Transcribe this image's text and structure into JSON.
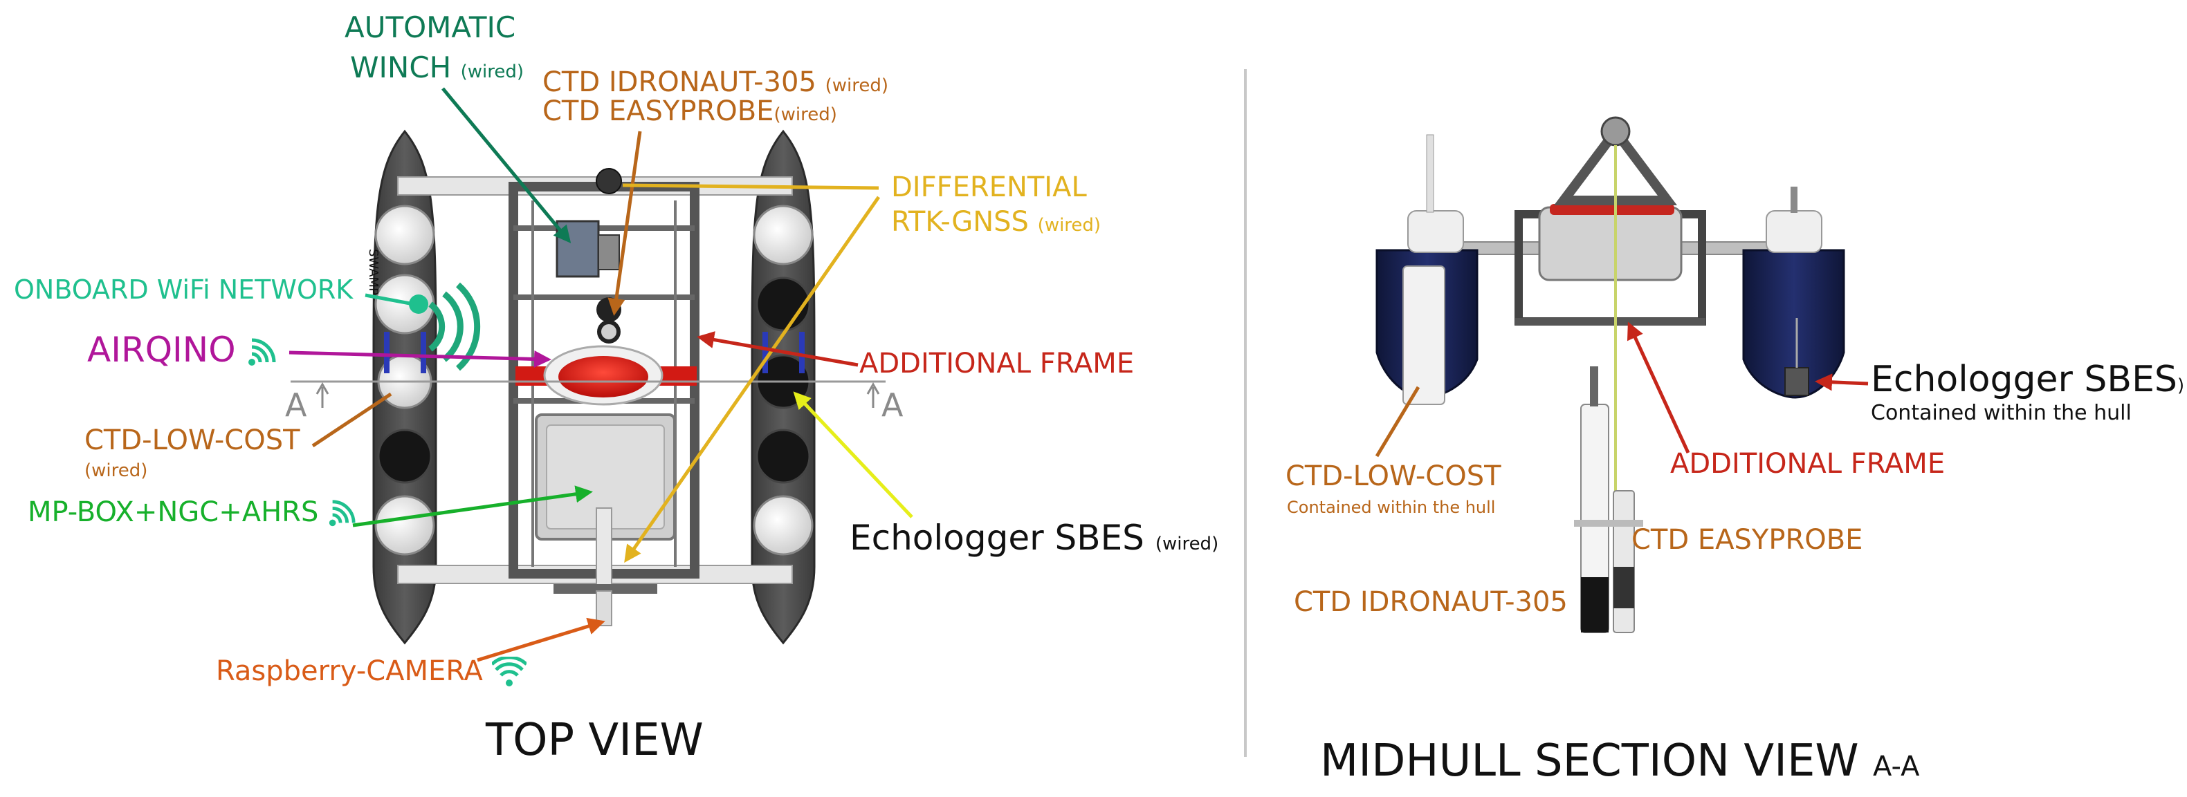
{
  "top_view": {
    "title": "TOP VIEW",
    "labels": {
      "winch_line1": "AUTOMATIC",
      "winch_line2": "WINCH",
      "winch_note": "(wired)",
      "ctd_idronaut": "CTD IDRONAUT-305",
      "ctd_idronaut_note": "(wired)",
      "ctd_easyprobe": "CTD EASYPROBE",
      "ctd_easyprobe_note": "(wired)",
      "gnss_line1": "DIFFERENTIAL",
      "gnss_line2": "RTK-GNSS",
      "gnss_note": "(wired)",
      "wifi": "ONBOARD WiFi NETWORK",
      "airqino": "AIRQINO",
      "additional_frame": "ADDITIONAL FRAME",
      "section_a_left": "A",
      "section_a_right": "A",
      "ctd_low_cost": "CTD-LOW-COST",
      "ctd_low_cost_note": "(wired)",
      "mp_box": "MP-BOX+NGC+AHRS",
      "echologger": "Echologger SBES",
      "echologger_note": "(wired)",
      "camera": "Raspberry-CAMERA",
      "hull_text": "SWAMP"
    }
  },
  "section_view": {
    "title": "MIDHULL SECTION VIEW",
    "title_suffix": "A-A",
    "labels": {
      "echologger": "Echologger SBES",
      "echologger_paren": ")",
      "echologger_note": "Contained within the hull",
      "additional_frame": "ADDITIONAL FRAME",
      "ctd_low_cost": "CTD-LOW-COST",
      "ctd_low_cost_note": "Contained within the hull",
      "ctd_easyprobe": "CTD EASYPROBE",
      "ctd_idronaut": "CTD IDRONAUT-305"
    }
  },
  "colors": {
    "winch": "#0e7a55",
    "ctd": "#b8661a",
    "gnss": "#e2b21f",
    "wifi": "#1fc08e",
    "airqino": "#b0169a",
    "frame": "#c6261a",
    "mpbox": "#17b02b",
    "echologger_arrow": "#e6ee1a",
    "camera": "#d95b17",
    "hull_dark": "#4a4a4a",
    "hull_navy": "#1c2654"
  },
  "icons": [
    "wifi-icon-airqino",
    "wifi-icon-mpbox",
    "wifi-icon-camera",
    "wifi-waves-onboard"
  ]
}
